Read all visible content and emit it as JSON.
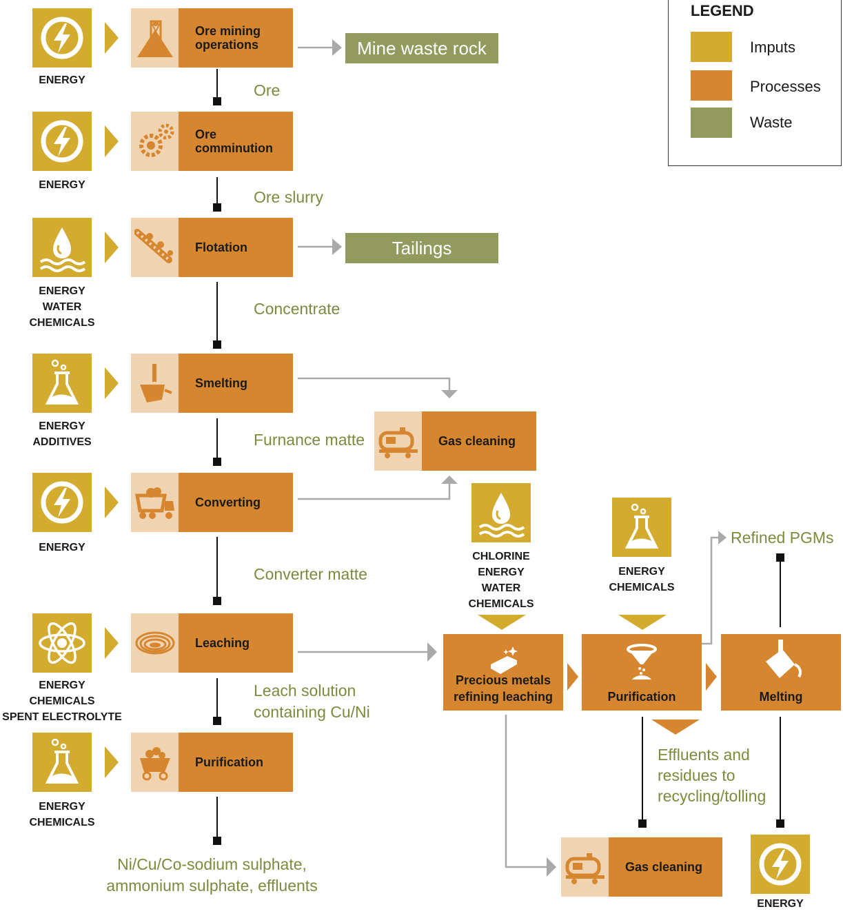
{
  "legend": {
    "title": "LEGEND",
    "items": [
      {
        "label": "Imputs",
        "color": "#d3ab2f"
      },
      {
        "label": "Processes",
        "color": "#d6862f"
      },
      {
        "label": "Waste",
        "color": "#929a5e"
      }
    ]
  },
  "colors": {
    "input": "#d3ab2f",
    "process": "#d6862f",
    "process_icon_bg": "#f0d4b2",
    "waste": "#929a5e",
    "flow_text": "#7d8a3d",
    "arrow": "#a9a9a9"
  },
  "inputs": [
    {
      "icon": "lightning-icon",
      "label": "ENERGY"
    },
    {
      "icon": "lightning-icon",
      "label": "ENERGY"
    },
    {
      "icon": "water-drop-icon",
      "label": "ENERGY\nWATER\nCHEMICALS"
    },
    {
      "icon": "flask-icon",
      "label": "ENERGY\nADDITIVES"
    },
    {
      "icon": "lightning-icon",
      "label": "ENERGY"
    },
    {
      "icon": "atom-icon",
      "label": "ENERGY\nCHEMICALS\nSPENT ELECTROLYTE"
    },
    {
      "icon": "flask-icon",
      "label": "ENERGY\nCHEMICALS"
    },
    {
      "icon": "water-drop-icon",
      "label": "CHLORINE\nENERGY\nWATER\nCHEMICALS"
    },
    {
      "icon": "flask-icon",
      "label": "ENERGY\nCHEMICALS"
    },
    {
      "icon": "lightning-icon",
      "label": "ENERGY"
    }
  ],
  "processes": [
    {
      "icon": "mine-icon",
      "label": "Ore mining operations"
    },
    {
      "icon": "gears-icon",
      "label": "Ore comminution"
    },
    {
      "icon": "conveyor-icon",
      "label": "Flotation"
    },
    {
      "icon": "ladle-icon",
      "label": "Smelting"
    },
    {
      "icon": "tanker-icon",
      "label": "Gas cleaning"
    },
    {
      "icon": "dump-truck-icon",
      "label": "Converting"
    },
    {
      "icon": "pit-icon",
      "label": "Leaching"
    },
    {
      "icon": "ore-cart-icon",
      "label": "Purification"
    },
    {
      "icon": "gold-bar-icon",
      "label": "Precious metals\nrefining leaching"
    },
    {
      "icon": "funnel-icon",
      "label": "Purification"
    },
    {
      "icon": "pour-icon",
      "label": "Melting"
    },
    {
      "icon": "tanker-icon",
      "label": "Gas cleaning"
    }
  ],
  "waste": [
    "Mine waste rock",
    "Tailings"
  ],
  "flows": [
    "Ore",
    "Ore slurry",
    "Concentrate",
    "Furnance matte",
    "Converter matte",
    "Leach solution\ncontaining Cu/Ni",
    "Ni/Cu/Co-sodium sulphate,\nammonium sulphate, effluents",
    "Refined PGMs",
    "Effluents and\nresidues to\nrecycling/tolling"
  ]
}
